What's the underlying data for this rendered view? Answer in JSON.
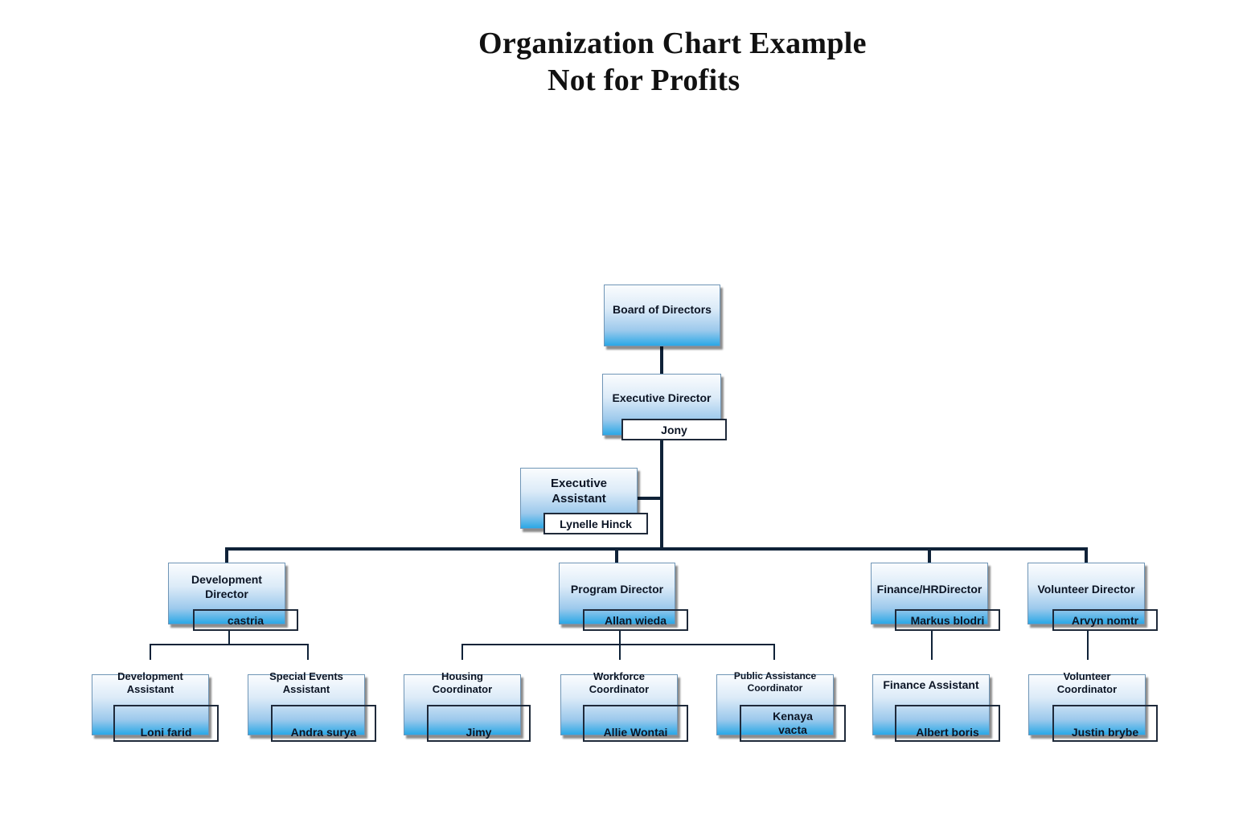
{
  "title": {
    "line1": "Organization Chart Example",
    "line2": "Not for Profits"
  },
  "nodes": {
    "board": {
      "role": "Board of Directors"
    },
    "executive_director": {
      "role": "Executive Director",
      "name": "Jony"
    },
    "executive_assistant": {
      "role": "Executive\nAssistant",
      "name": "Lynelle Hinck"
    },
    "development_director": {
      "role": "Development\nDirector",
      "name": "castria"
    },
    "program_director": {
      "role": "Program Director",
      "name": "Allan wieda"
    },
    "finance_hr_director": {
      "role": "Finance/HRDirector",
      "name": "Markus blodri"
    },
    "volunteer_director": {
      "role": "Volunteer Director",
      "name": "Arvyn nomtr"
    },
    "development_assistant": {
      "role": "Development\nAssistant",
      "name": "Loni farid"
    },
    "special_events_assistant": {
      "role": "Special Events\nAssistant",
      "name": "Andra surya"
    },
    "housing_coordinator": {
      "role": "Housing\nCoordinator",
      "name": "Jimy"
    },
    "workforce_coordinator": {
      "role": "Workforce\nCoordinator",
      "name": "Allie Wontai"
    },
    "public_assistance_coordinator": {
      "role": "Public Assistance\nCoordinator",
      "name": "Kenaya\nvacta"
    },
    "finance_assistant": {
      "role": "Finance Assistant",
      "name": "Albert boris"
    },
    "volunteer_coordinator": {
      "role": "Volunteer\nCoordinator",
      "name": "Justin brybe"
    }
  },
  "colors": {
    "connector": "#0f2238",
    "box_gradient_top": "#fafcfe",
    "box_gradient_bottom": "#2ba8e6",
    "box_border": "#6f95b6"
  }
}
